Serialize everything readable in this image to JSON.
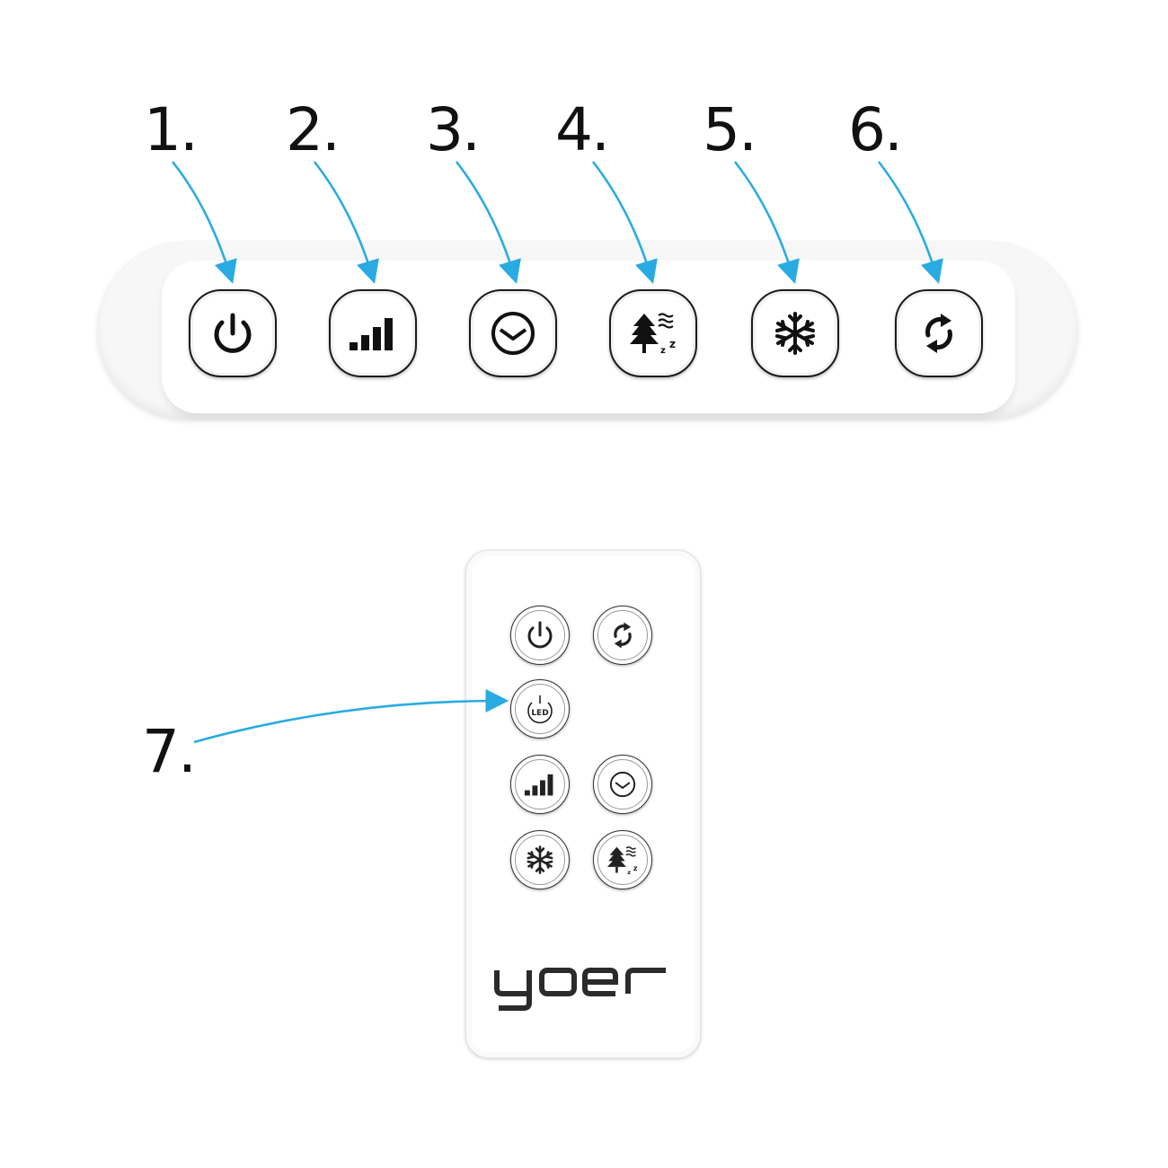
{
  "labels": [
    "1.",
    "2.",
    "3.",
    "4.",
    "5.",
    "6.",
    "7."
  ],
  "panel_buttons": [
    {
      "icon": "power-icon"
    },
    {
      "icon": "fan-speed-icon"
    },
    {
      "icon": "timer-icon"
    },
    {
      "icon": "sleep-mode-icon"
    },
    {
      "icon": "cooling-icon"
    },
    {
      "icon": "oscillation-icon"
    }
  ],
  "remote_buttons": [
    {
      "icon": "power-icon"
    },
    {
      "icon": "oscillation-icon"
    },
    {
      "icon": "led-power-icon",
      "text": "LED"
    },
    {
      "icon": "fan-speed-icon"
    },
    {
      "icon": "timer-icon"
    },
    {
      "icon": "cooling-icon"
    },
    {
      "icon": "sleep-mode-icon"
    }
  ],
  "brand": "yoer",
  "colors": {
    "arrow": "#29abe2",
    "icon": "#111111",
    "panel": "#f7f7f7"
  }
}
